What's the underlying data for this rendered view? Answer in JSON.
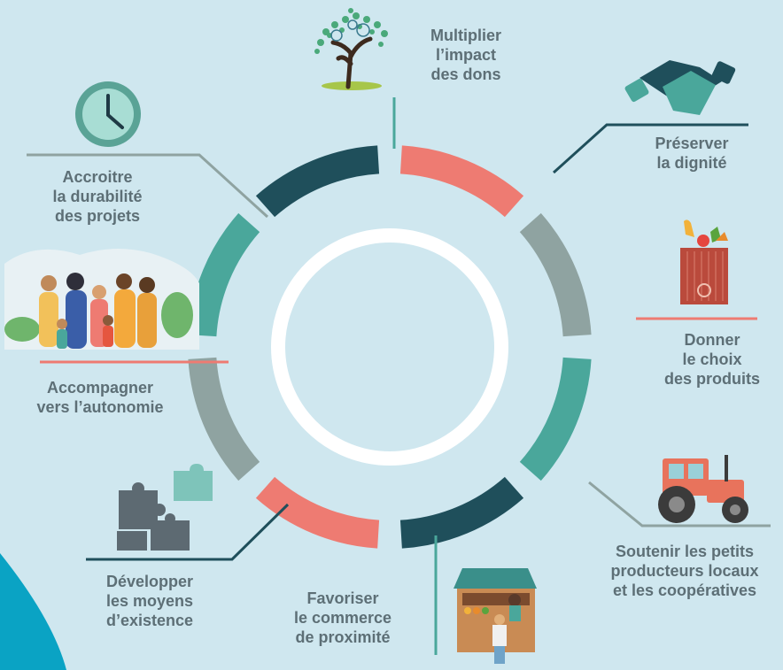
{
  "colors": {
    "background": "#cfe7ef",
    "teal": "#4aa79b",
    "dark_teal": "#1f4f5b",
    "coral": "#ee7b72",
    "gray": "#8fa3a1",
    "text": "#5d6f76",
    "center": "#ffffff",
    "corner_accent": "#0aa3c4"
  },
  "segments": [
    {
      "id": "multiplier",
      "color": "teal",
      "lines": [
        "Multiplier",
        "l’impact",
        "des dons"
      ],
      "icon": "tree-icon"
    },
    {
      "id": "dignite",
      "color": "dark_teal",
      "lines": [
        "Préserver",
        "la dignité"
      ],
      "icon": "handshake-icon"
    },
    {
      "id": "choix",
      "color": "coral",
      "lines": [
        "Donner",
        "le choix",
        "des produits"
      ],
      "icon": "grocery-bag-icon"
    },
    {
      "id": "producteurs",
      "color": "gray",
      "lines": [
        "Soutenir les petits",
        "producteurs locaux",
        "et les coopératives"
      ],
      "icon": "tractor-icon"
    },
    {
      "id": "commerce",
      "color": "teal",
      "lines": [
        "Favoriser",
        "le commerce",
        "de proximité"
      ],
      "icon": "market-stall-icon"
    },
    {
      "id": "moyens",
      "color": "dark_teal",
      "lines": [
        "Développer",
        "les moyens",
        "d’existence"
      ],
      "icon": "puzzle-icon"
    },
    {
      "id": "autonomie",
      "color": "coral",
      "lines": [
        "Accompagner",
        "vers l’autonomie"
      ],
      "icon": "community-people-icon"
    },
    {
      "id": "durabilite",
      "color": "gray",
      "lines": [
        "Accroitre",
        "la durabilité",
        "des projets"
      ],
      "icon": "clock-icon"
    }
  ]
}
